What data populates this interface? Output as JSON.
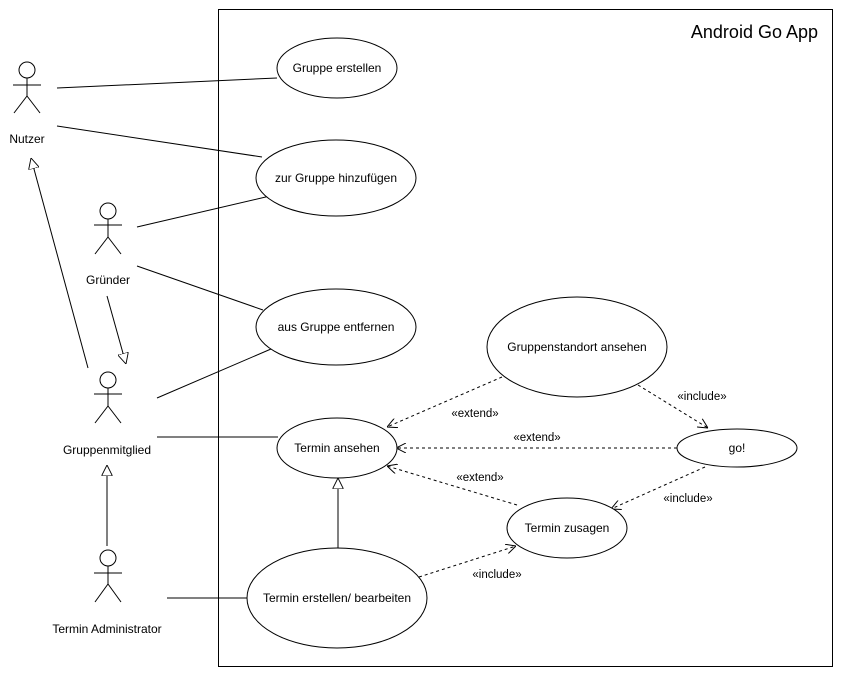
{
  "system": {
    "title": "Android Go App"
  },
  "actors": {
    "nutzer": "Nutzer",
    "gruender": "Gründer",
    "gruppenmitglied": "Gruppenmitglied",
    "termin_admin": "Termin Administrator"
  },
  "use_cases": {
    "gruppe_erstellen": "Gruppe erstellen",
    "zur_gruppe_hinzufuegen": "zur Gruppe hinzufügen",
    "aus_gruppe_entfernen": "aus Gruppe entfernen",
    "gruppenstandort_ansehen": "Gruppenstandort ansehen",
    "termin_ansehen": "Termin ansehen",
    "go": "go!",
    "termin_zusagen": "Termin zusagen",
    "termin_erstellen_bearbeiten": "Termin erstellen/ bearbeiten"
  },
  "relations": {
    "extend_standort_ansehen": "«extend»",
    "extend_go_ansehen": "«extend»",
    "extend_zusagen_ansehen": "«extend»",
    "include_standort_go": "«include»",
    "include_go_zusagen": "«include»",
    "include_erstellen_zusagen": "«include»"
  }
}
